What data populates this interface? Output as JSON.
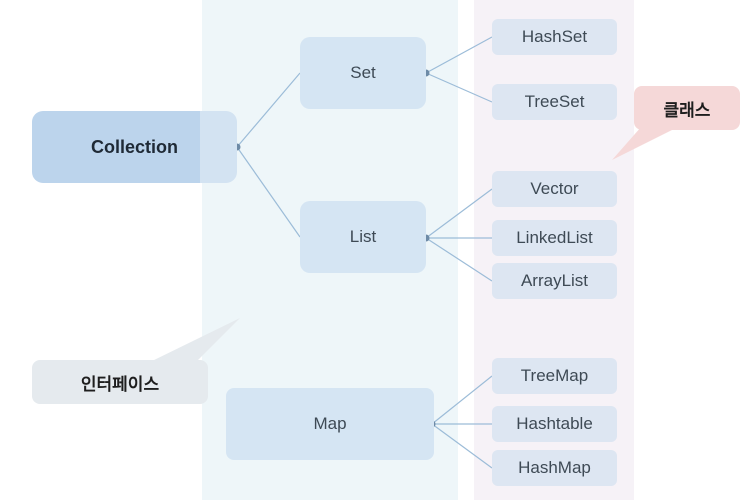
{
  "root": {
    "label": "Collection"
  },
  "interfaces": [
    {
      "label": "Set",
      "classes": [
        "HashSet",
        "TreeSet"
      ]
    },
    {
      "label": "List",
      "classes": [
        "Vector",
        "LinkedList",
        "ArrayList"
      ]
    },
    {
      "label": "Map",
      "classes": [
        "TreeMap",
        "Hashtable",
        "HashMap"
      ]
    }
  ],
  "callouts": {
    "interface_label": "인터페이스",
    "class_label": "클래스"
  },
  "colors": {
    "interface_band": "#eef6f9",
    "class_band": "#f6f2f7",
    "node": "#d5e5f3",
    "class_node": "#dde6f2",
    "interface_callout": "#e5eaee",
    "class_callout": "#f5d8d8",
    "connector": "#9cbcd8",
    "dot": "#6d8aa6"
  }
}
